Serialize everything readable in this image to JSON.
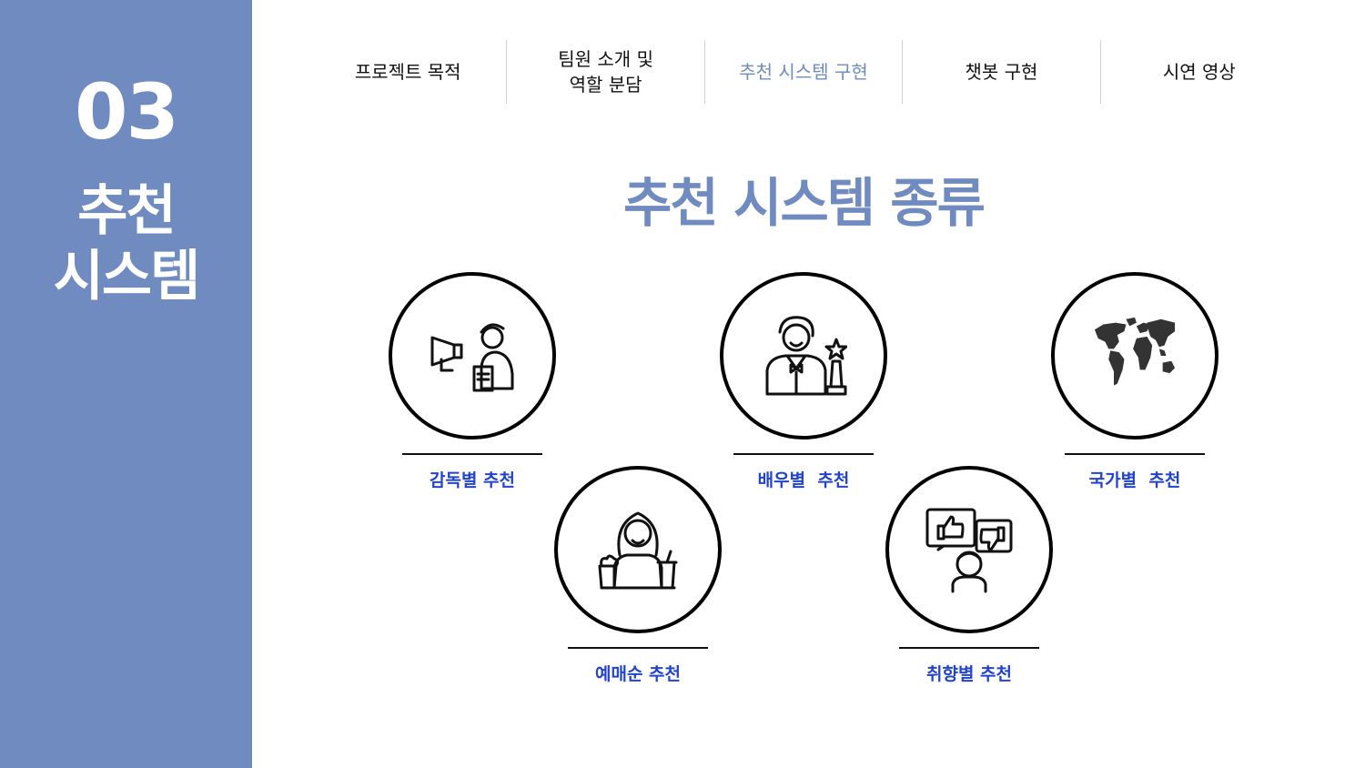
{
  "sidebar": {
    "section_number": "03",
    "section_title_line1": "추천",
    "section_title_line2": "시스템"
  },
  "nav": {
    "items": [
      {
        "label": "프로젝트 목적"
      },
      {
        "label": "팀원 소개 및\n역할 분담"
      },
      {
        "label": "추천 시스템 구현",
        "active": true
      },
      {
        "label": "챗봇 구현"
      },
      {
        "label": "시연 영상"
      }
    ]
  },
  "main": {
    "title": "추천 시스템 종류"
  },
  "cards": [
    {
      "label": "감독별 추천",
      "icon": "director-megaphone-icon"
    },
    {
      "label": "배우별  추천",
      "icon": "actor-award-icon"
    },
    {
      "label": "국가별  추천",
      "icon": "world-map-icon"
    },
    {
      "label": "예매순 추천",
      "icon": "cinema-popcorn-icon"
    },
    {
      "label": "취향별 추천",
      "icon": "thumbs-preference-icon"
    }
  ],
  "colors": {
    "accent": "#6f8bbf",
    "label": "#2244cc"
  }
}
